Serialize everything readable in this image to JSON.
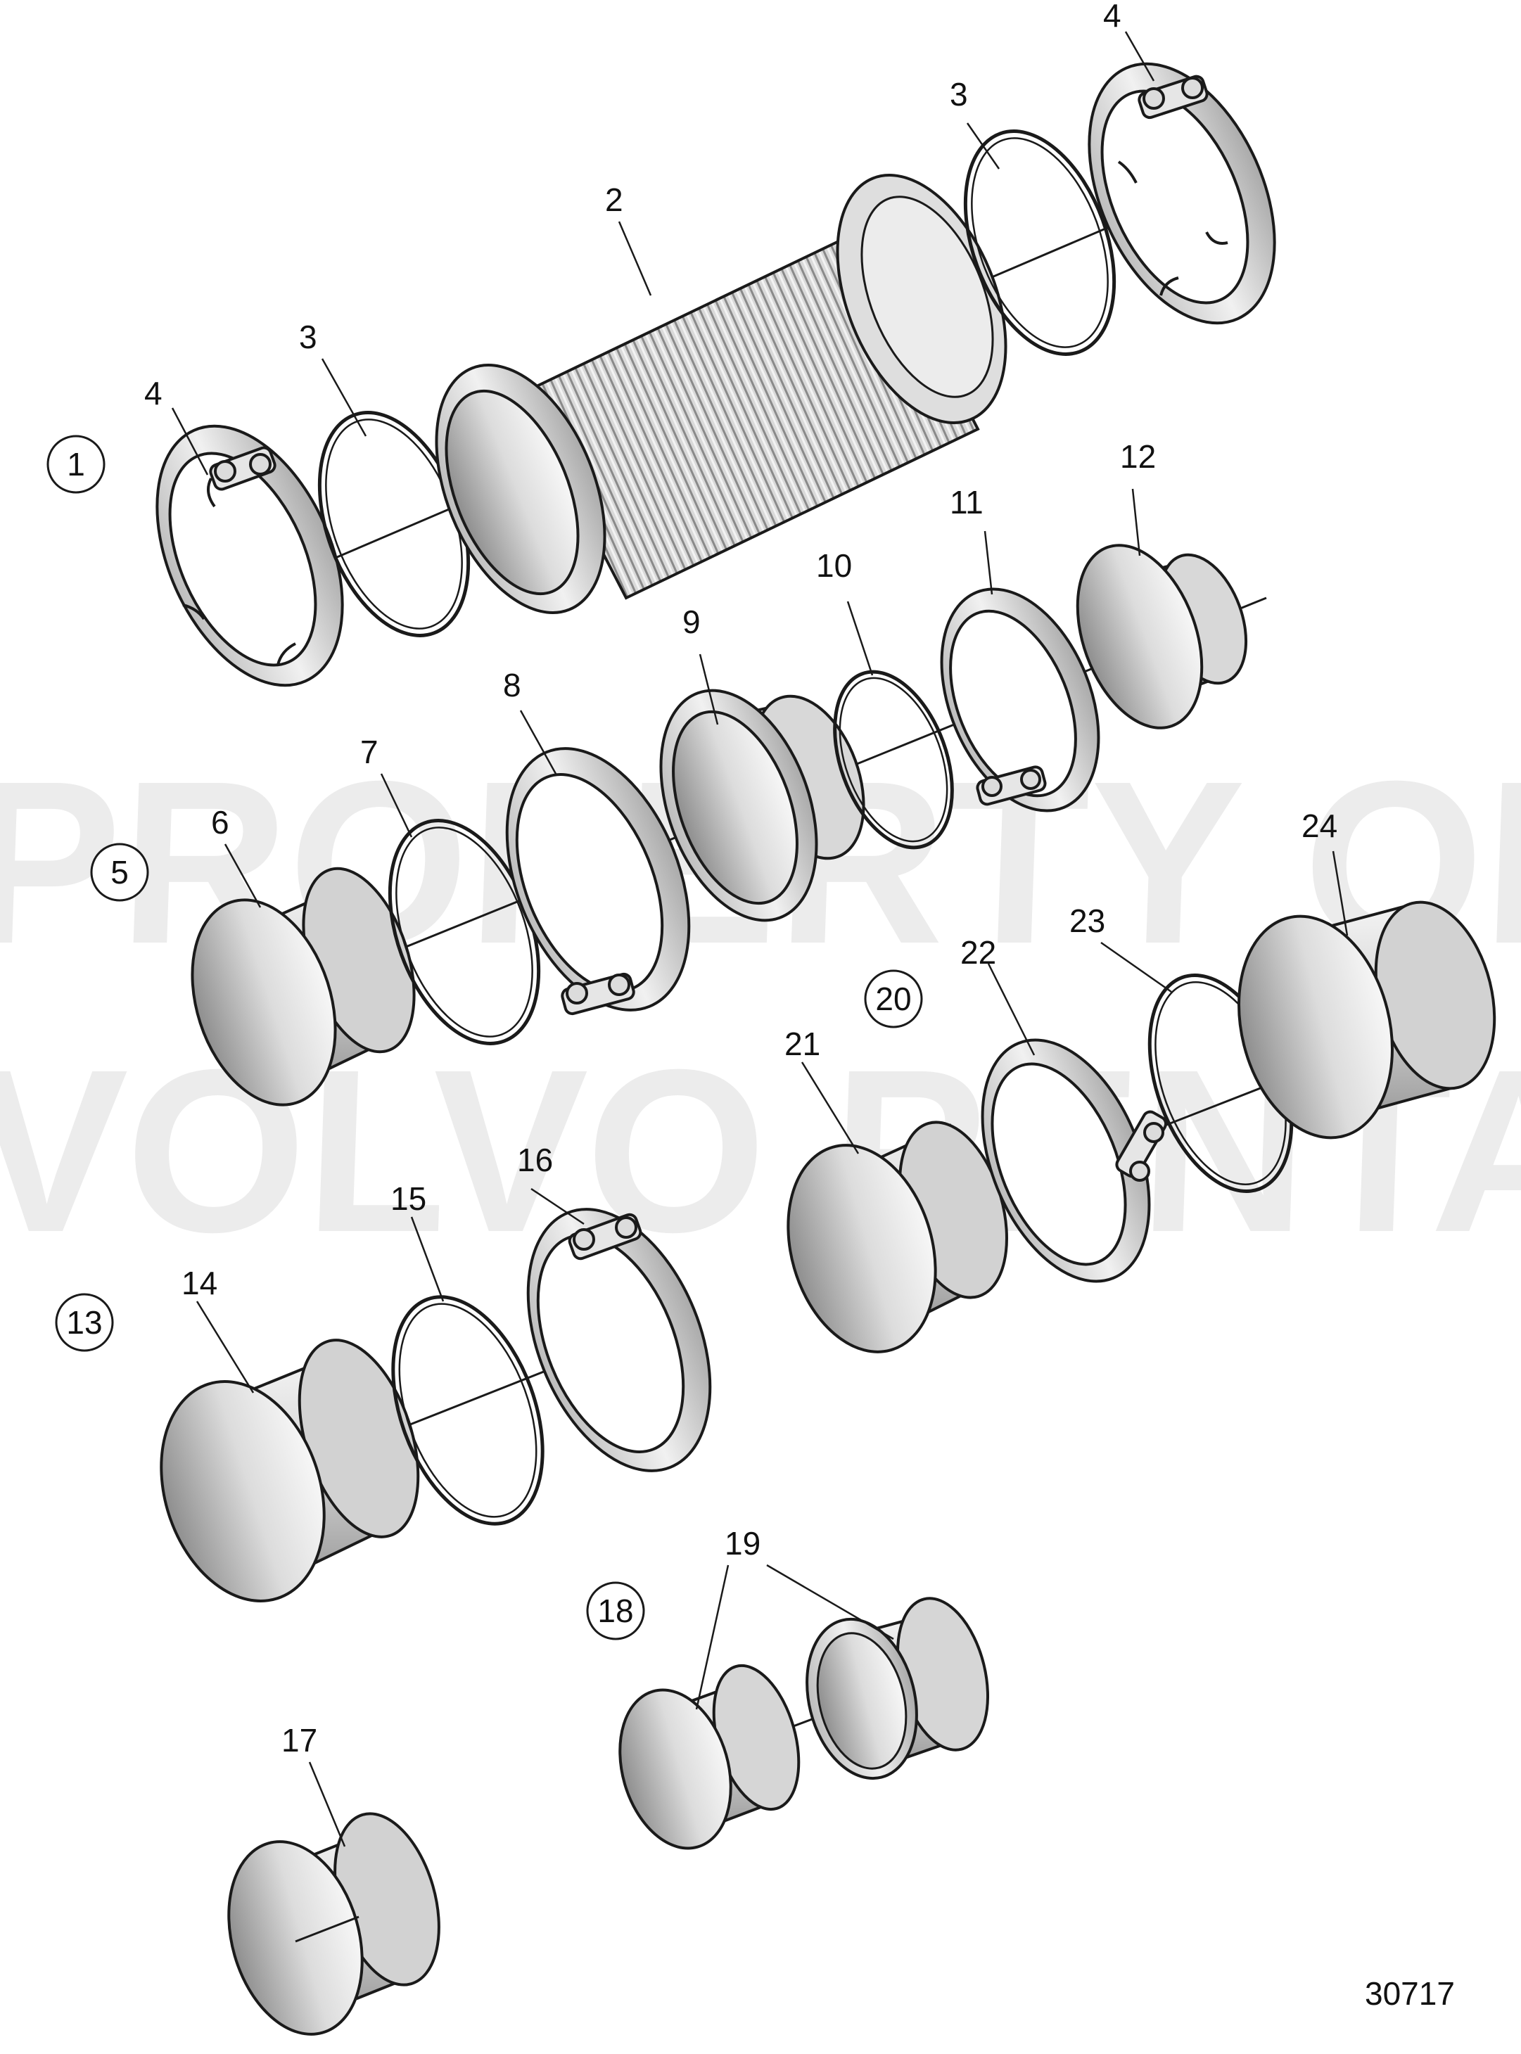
{
  "diagram": {
    "watermark": [
      "PROPERTY OF",
      "VOLVO PENTA"
    ],
    "figure_number": "30717",
    "groups": [
      {
        "id": "1",
        "parts": [
          "2",
          "3",
          "4"
        ]
      },
      {
        "id": "5",
        "parts": [
          "6",
          "7",
          "8",
          "9",
          "10",
          "11",
          "12"
        ]
      },
      {
        "id": "13",
        "parts": [
          "14",
          "15",
          "16"
        ]
      },
      {
        "id": "18",
        "parts": [
          "19"
        ]
      },
      {
        "id": "20",
        "parts": [
          "21",
          "22",
          "23",
          "24"
        ]
      }
    ],
    "standalone_parts": [
      "17"
    ],
    "colors": {
      "line": "#1a1a1a",
      "metal_light": "#f1f1f1",
      "metal_mid": "#cfcfcf",
      "metal_dark": "#a5a5a5",
      "watermark": "#ececec"
    }
  }
}
